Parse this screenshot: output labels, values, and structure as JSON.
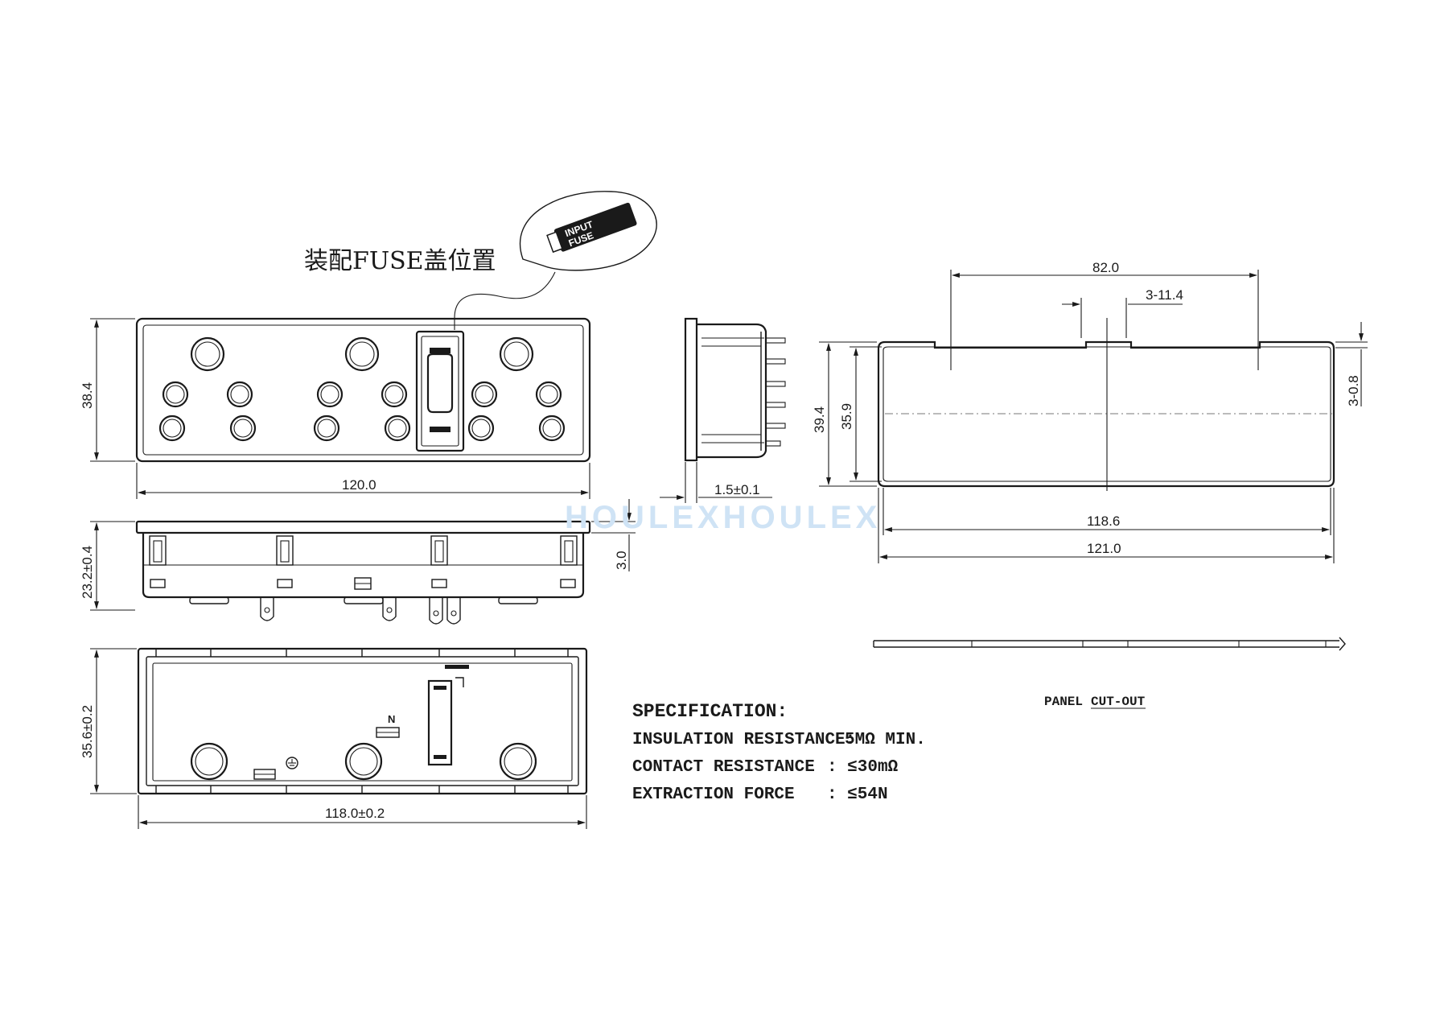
{
  "annotation": {
    "fuse_cover_position": "装配FUSE盖位置",
    "fuse_cap_text_1": "INPUT",
    "fuse_cap_text_2": "FUSE"
  },
  "watermark": "HOULEXHOULEX",
  "front_view": {
    "width": "120.0",
    "height": "38.4"
  },
  "side_view": {
    "flange": "1.5±0.1"
  },
  "top_view": {
    "height": "23.2±0.4",
    "offset": "3.0"
  },
  "rear_view": {
    "width": "118.0±0.2",
    "height": "35.6±0.2",
    "neutral_mark": "N"
  },
  "panel_cutout": {
    "label_1": "PANEL",
    "label_2": "CUT-OUT",
    "span": "82.0",
    "slots": "3-11.4",
    "slot_depth": "3-0.8",
    "inner_width": "118.6",
    "outer_width": "121.0",
    "outer_height": "39.4",
    "inner_height": "35.9"
  },
  "specification": {
    "title": "SPECIFICATION:",
    "insulation_label": "INSULATION RESISTANCE:",
    "insulation_value": "5MΩ  MIN.",
    "contact_label": "CONTACT RESISTANCE",
    "contact_value": ": ≤30mΩ",
    "extraction_label": "EXTRACTION FORCE",
    "extraction_value": ": ≤54N"
  }
}
